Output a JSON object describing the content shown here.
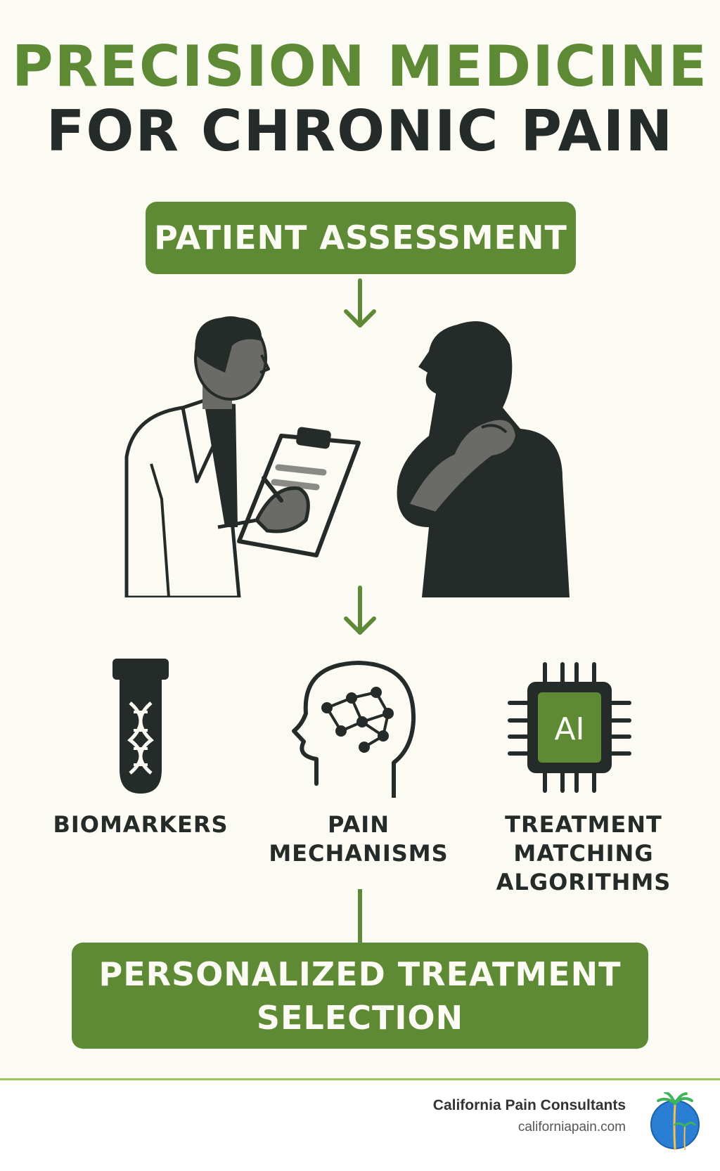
{
  "title": {
    "line1": "PRECISION MEDICINE",
    "line2": "FOR CHRONIC PAIN"
  },
  "steps": {
    "assessment": "PATIENT ASSESSMENT",
    "result": "PERSONALIZED TREATMENT SELECTION"
  },
  "illustration": {
    "doctor_icon": "doctor-with-clipboard-icon",
    "patient_icon": "patient-neck-pain-icon"
  },
  "factors": [
    {
      "label": "BIOMARKERS",
      "icon": "dna-test-tube-icon"
    },
    {
      "label": "PAIN MECHANISMS",
      "icon": "brain-network-head-icon"
    },
    {
      "label": "TREATMENT MATCHING ALGORITHMS",
      "icon": "ai-chip-icon",
      "icon_text": "AI"
    }
  ],
  "footer": {
    "brand": "California Pain Consultants",
    "url": "californiapain.com",
    "logo_icon": "palm-tree-globe-icon"
  },
  "colors": {
    "background": "#fbfaf3",
    "green": "#5e8a36",
    "dark": "#252b28",
    "accent_line": "#98c45a"
  }
}
